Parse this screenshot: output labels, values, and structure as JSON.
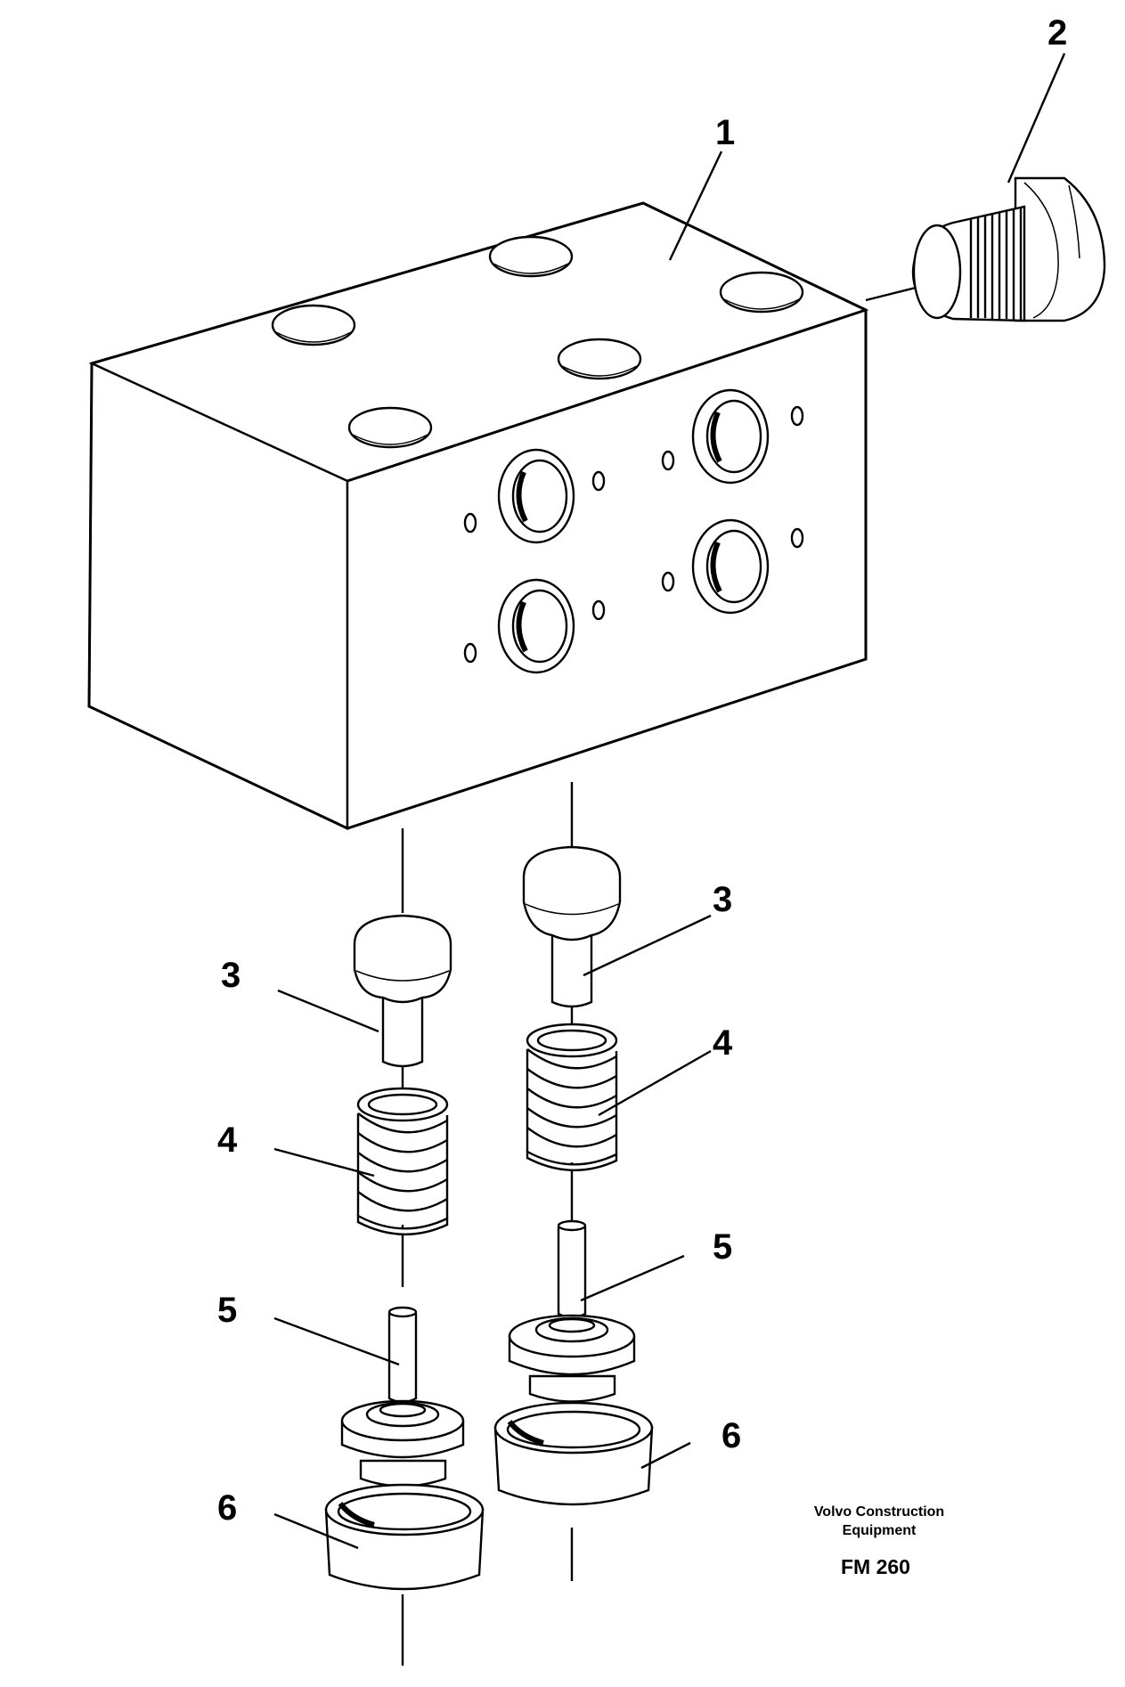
{
  "callouts": {
    "part1": "1",
    "part2": "2",
    "part3_left": "3",
    "part3_right": "3",
    "part4_left": "4",
    "part4_right": "4",
    "part5_left": "5",
    "part5_right": "5",
    "part6_left": "6",
    "part6_right": "6"
  },
  "brand": {
    "line1": "Volvo Construction",
    "line2": "Equipment"
  },
  "figure_number": "FM 260"
}
